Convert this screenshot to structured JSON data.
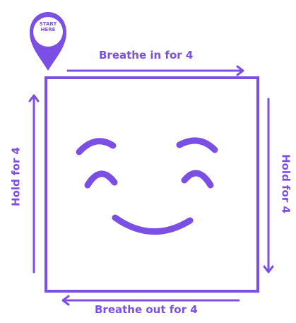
{
  "colors": {
    "primary": "#7b4fe3",
    "background": "#ffffff"
  },
  "pin": {
    "line1": "START",
    "line2": "HERE",
    "icon": "location-pin-icon"
  },
  "labels": {
    "top": "Breathe in for 4",
    "right": "Hold for 4",
    "bottom": "Breathe out for 4",
    "left": "Hold for 4"
  },
  "face": {
    "icon": "smiling-face-icon"
  }
}
